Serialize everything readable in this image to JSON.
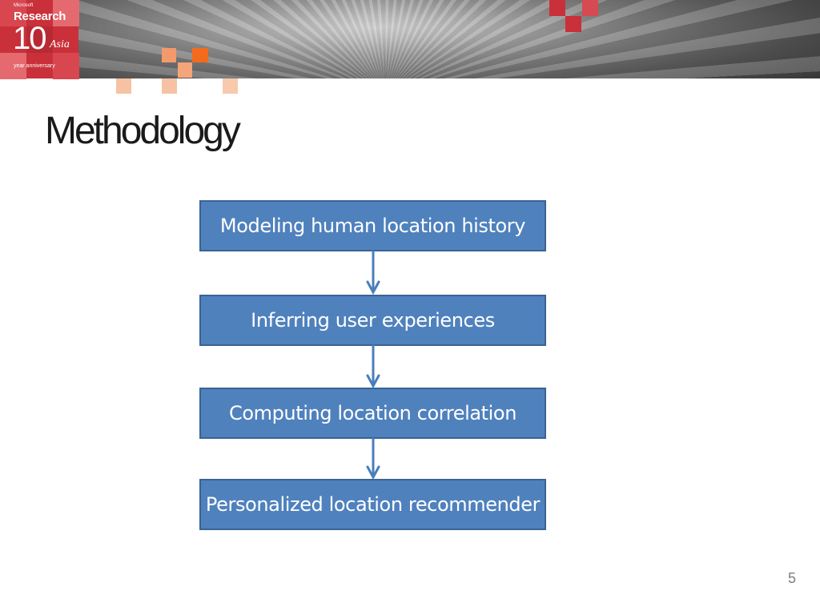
{
  "header": {
    "logo": {
      "brand_small": "Microsoft",
      "brand": "Research",
      "number": "10",
      "region": "Asia",
      "tagline": "year anniversary"
    }
  },
  "slide": {
    "title": "Methodology",
    "page_number": "5"
  },
  "flow": {
    "steps": [
      {
        "label": "Modeling human location history"
      },
      {
        "label": "Inferring user experiences"
      },
      {
        "label": "Computing location correlation"
      },
      {
        "label": "Personalized location recommender"
      }
    ],
    "colors": {
      "box_fill": "#4f81bd",
      "box_border": "#3a6394",
      "arrow": "#4a7ebb",
      "text": "#ffffff"
    }
  }
}
